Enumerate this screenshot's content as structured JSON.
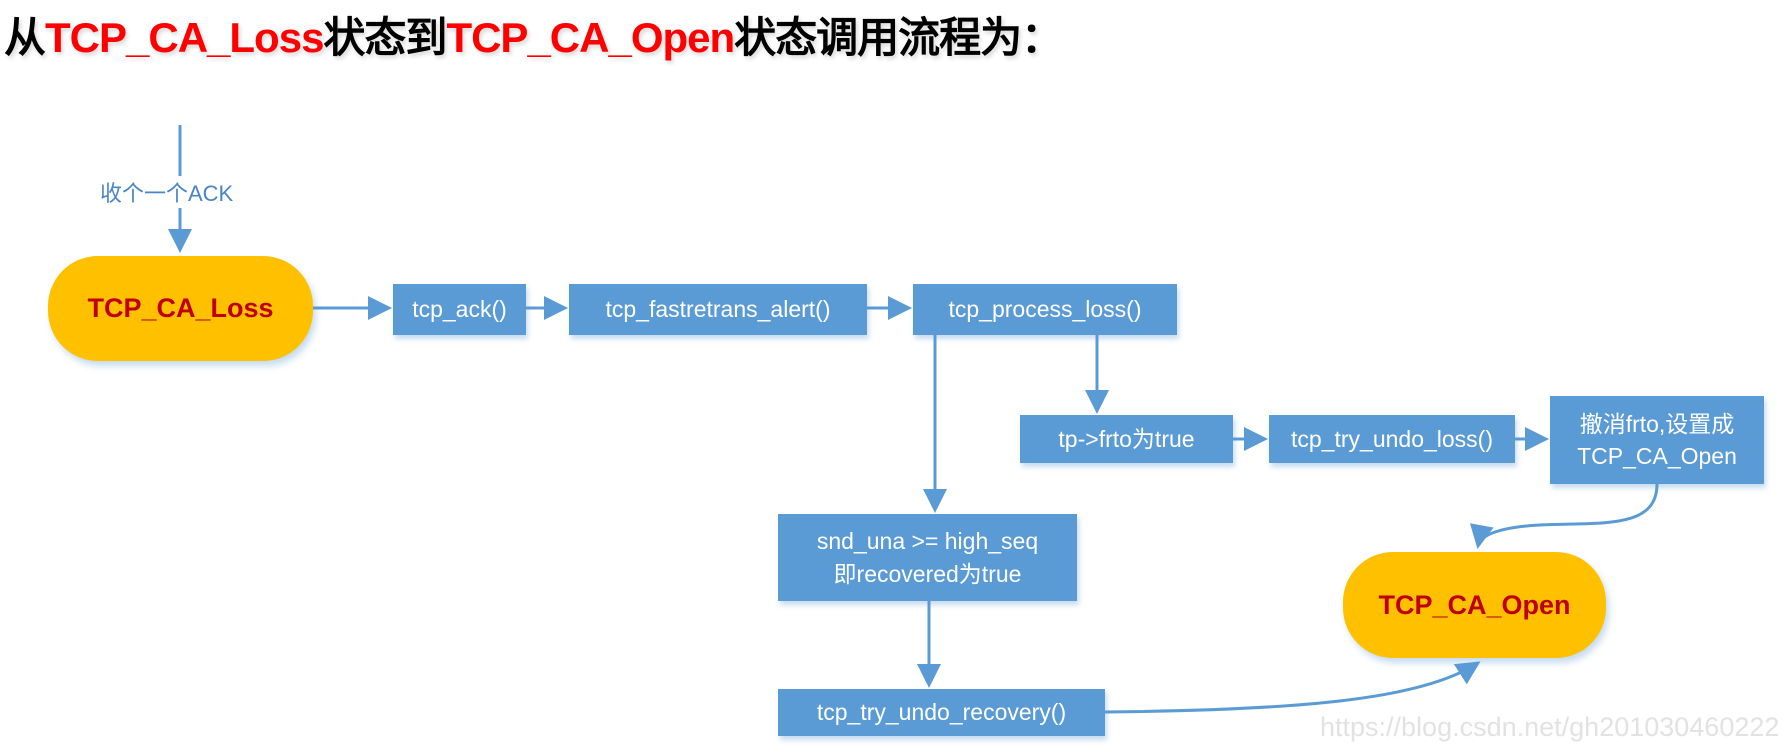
{
  "title": {
    "part1": "从",
    "state_from": "TCP_CA_Loss",
    "part2": "状态到",
    "state_to": "TCP_CA_Open",
    "part3": "状态调用流程为："
  },
  "colors": {
    "box": "#5b9bd5",
    "state": "#ffc000",
    "state_text": "#c00000",
    "title_highlight": "#ff0000",
    "arrow": "#5b9bd5"
  },
  "trigger_label": "收个一个ACK",
  "nodes": {
    "loss_state": "TCP_CA_Loss",
    "tcp_ack": "tcp_ack()",
    "fastretrans_alert": "tcp_fastretrans_alert()",
    "process_loss": "tcp_process_loss()",
    "frto_true": "tp->frto为true",
    "try_undo_loss": "tcp_try_undo_loss()",
    "cancel_frto_line1": "撤消frto,设置成",
    "cancel_frto_line2": "TCP_CA_Open",
    "recovered_line1": "snd_una >= high_seq",
    "recovered_line2": "即recovered为true",
    "try_undo_recovery": "tcp_try_undo_recovery()",
    "open_state": "TCP_CA_Open"
  },
  "watermark": "https://blog.csdn.net/gh201030460222"
}
